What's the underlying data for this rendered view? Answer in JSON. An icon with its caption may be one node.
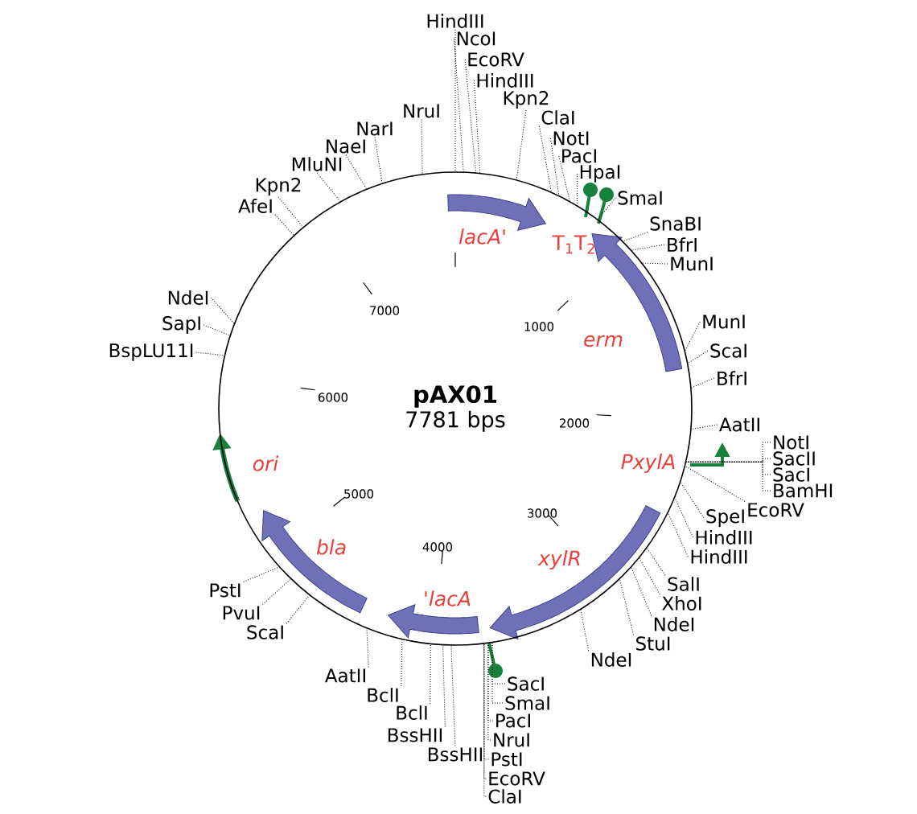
{
  "diagram": {
    "nodes": [
      {
        "text": [
          "pAX01",
          "7781 bps"
        ]
      },
      {
        "text": [
          "HindIII"
        ]
      },
      {
        "text": [
          "NcoI"
        ]
      },
      {
        "text": [
          "EcoRV"
        ]
      },
      {
        "text": [
          "HindIII"
        ]
      },
      {
        "text": [
          "Kpn2"
        ]
      },
      {
        "text": [
          "ClaI"
        ]
      },
      {
        "text": [
          "NotI"
        ]
      },
      {
        "text": [
          "PacI"
        ]
      },
      {
        "text": [
          "HpaI"
        ]
      },
      {
        "text": [
          "SmaI"
        ]
      },
      {
        "text": [
          "SnaBI"
        ]
      },
      {
        "text": [
          "BfrI"
        ]
      },
      {
        "text": [
          "MunI"
        ]
      },
      {
        "text": [
          "MunI"
        ]
      },
      {
        "text": [
          "ScaI"
        ]
      },
      {
        "text": [
          "BfrI"
        ]
      },
      {
        "text": [
          "AatII"
        ]
      },
      {
        "text": [
          "NotI"
        ]
      },
      {
        "text": [
          "SacII"
        ]
      },
      {
        "text": [
          "SacI"
        ]
      },
      {
        "text": [
          "BamHI"
        ]
      },
      {
        "text": [
          "EcoRV"
        ]
      },
      {
        "text": [
          "SpeI"
        ]
      },
      {
        "text": [
          "HindIII"
        ]
      },
      {
        "text": [
          "HindIII"
        ]
      },
      {
        "text": [
          "SalI"
        ]
      },
      {
        "text": [
          "XhoI"
        ]
      },
      {
        "text": [
          "NdeI"
        ]
      },
      {
        "text": [
          "StuI"
        ]
      },
      {
        "text": [
          "NdeI"
        ]
      },
      {
        "text": [
          "SacI"
        ]
      },
      {
        "text": [
          "SmaI"
        ]
      },
      {
        "text": [
          "PacI"
        ]
      },
      {
        "text": [
          "NruI"
        ]
      },
      {
        "text": [
          "PstI"
        ]
      },
      {
        "text": [
          "EcoRV"
        ]
      },
      {
        "text": [
          "ClaI"
        ]
      },
      {
        "text": [
          "BssHII"
        ]
      },
      {
        "text": [
          "BssHII"
        ]
      },
      {
        "text": [
          "BclI"
        ]
      },
      {
        "text": [
          "BclI"
        ]
      },
      {
        "text": [
          "AatII"
        ]
      },
      {
        "text": [
          "ScaI"
        ]
      },
      {
        "text": [
          "PvuI"
        ]
      },
      {
        "text": [
          "PstI"
        ]
      },
      {
        "text": [
          "BspLU11I"
        ]
      },
      {
        "text": [
          "SapI"
        ]
      },
      {
        "text": [
          "NdeI"
        ]
      },
      {
        "text": [
          "AfeI"
        ]
      },
      {
        "text": [
          "Kpn2"
        ]
      },
      {
        "text": [
          "MluNI"
        ]
      },
      {
        "text": [
          "NaeI"
        ]
      },
      {
        "text": [
          "NarI"
        ]
      },
      {
        "text": [
          "NruI"
        ]
      }
    ],
    "edges": [
      {
        "from": 1,
        "to": 0,
        "arrow": "none"
      },
      {
        "from": 2,
        "to": 0,
        "arrow": "none"
      },
      {
        "from": 3,
        "to": 0,
        "arrow": "none"
      },
      {
        "from": 4,
        "to": 0,
        "arrow": "none"
      },
      {
        "from": 5,
        "to": 0,
        "arrow": "none"
      },
      {
        "from": 6,
        "to": 0,
        "arrow": "none"
      },
      {
        "from": 7,
        "to": 0,
        "arrow": "none"
      },
      {
        "from": 8,
        "to": 0,
        "arrow": "none"
      },
      {
        "from": 9,
        "to": 0,
        "arrow": "none"
      },
      {
        "from": 10,
        "to": 0,
        "arrow": "none"
      },
      {
        "from": 11,
        "to": 0,
        "arrow": "none"
      },
      {
        "from": 12,
        "to": 0,
        "arrow": "none"
      },
      {
        "from": 13,
        "to": 0,
        "arrow": "none"
      },
      {
        "from": 14,
        "to": 0,
        "arrow": "none"
      },
      {
        "from": 15,
        "to": 0,
        "arrow": "none"
      },
      {
        "from": 16,
        "to": 0,
        "arrow": "none"
      },
      {
        "from": 17,
        "to": 0,
        "arrow": "none"
      },
      {
        "from": 18,
        "to": 0,
        "arrow": "none"
      },
      {
        "from": 19,
        "to": 0,
        "arrow": "none"
      },
      {
        "from": 20,
        "to": 0,
        "arrow": "none"
      },
      {
        "from": 21,
        "to": 0,
        "arrow": "none"
      },
      {
        "from": 22,
        "to": 0,
        "arrow": "none"
      },
      {
        "from": 23,
        "to": 0,
        "arrow": "none"
      },
      {
        "from": 24,
        "to": 0,
        "arrow": "none"
      },
      {
        "from": 25,
        "to": 0,
        "arrow": "none"
      },
      {
        "from": 26,
        "to": 0,
        "arrow": "none"
      },
      {
        "from": 27,
        "to": 0,
        "arrow": "none"
      },
      {
        "from": 28,
        "to": 0,
        "arrow": "none"
      },
      {
        "from": 29,
        "to": 0,
        "arrow": "none"
      },
      {
        "from": 30,
        "to": 0,
        "arrow": "none"
      },
      {
        "from": 31,
        "to": 0,
        "arrow": "none"
      },
      {
        "from": 32,
        "to": 0,
        "arrow": "none"
      },
      {
        "from": 33,
        "to": 0,
        "arrow": "none"
      },
      {
        "from": 34,
        "to": 0,
        "arrow": "none"
      },
      {
        "from": 35,
        "to": 0,
        "arrow": "none"
      },
      {
        "from": 36,
        "to": 0,
        "arrow": "none"
      },
      {
        "from": 37,
        "to": 0,
        "arrow": "none"
      },
      {
        "from": 38,
        "to": 0,
        "arrow": "none"
      },
      {
        "from": 39,
        "to": 0,
        "arrow": "none"
      },
      {
        "from": 40,
        "to": 0,
        "arrow": "none"
      },
      {
        "from": 41,
        "to": 0,
        "arrow": "none"
      },
      {
        "from": 42,
        "to": 0,
        "arrow": "none"
      },
      {
        "from": 43,
        "to": 0,
        "arrow": "none"
      },
      {
        "from": 44,
        "to": 0,
        "arrow": "none"
      },
      {
        "from": 45,
        "to": 0,
        "arrow": "none"
      },
      {
        "from": 46,
        "to": 0,
        "arrow": "none"
      },
      {
        "from": 47,
        "to": 0,
        "arrow": "none"
      },
      {
        "from": 48,
        "to": 0,
        "arrow": "none"
      },
      {
        "from": 49,
        "to": 0,
        "arrow": "none"
      },
      {
        "from": 50,
        "to": 0,
        "arrow": "none"
      },
      {
        "from": 51,
        "to": 0,
        "arrow": "none"
      },
      {
        "from": 52,
        "to": 0,
        "arrow": "none"
      },
      {
        "from": 53,
        "to": 0,
        "arrow": "none"
      },
      {
        "from": 54,
        "to": 0,
        "arrow": "none"
      }
    ],
    "labels": [
      "lacA'",
      "T$_{1}$T$_{2}$",
      "7000",
      "1000",
      "erm",
      "6000",
      "2000",
      "ori",
      "PxylA",
      "5000",
      "3000",
      "bla",
      "4000",
      "xylR",
      "'lacA"
    ]
  }
}
